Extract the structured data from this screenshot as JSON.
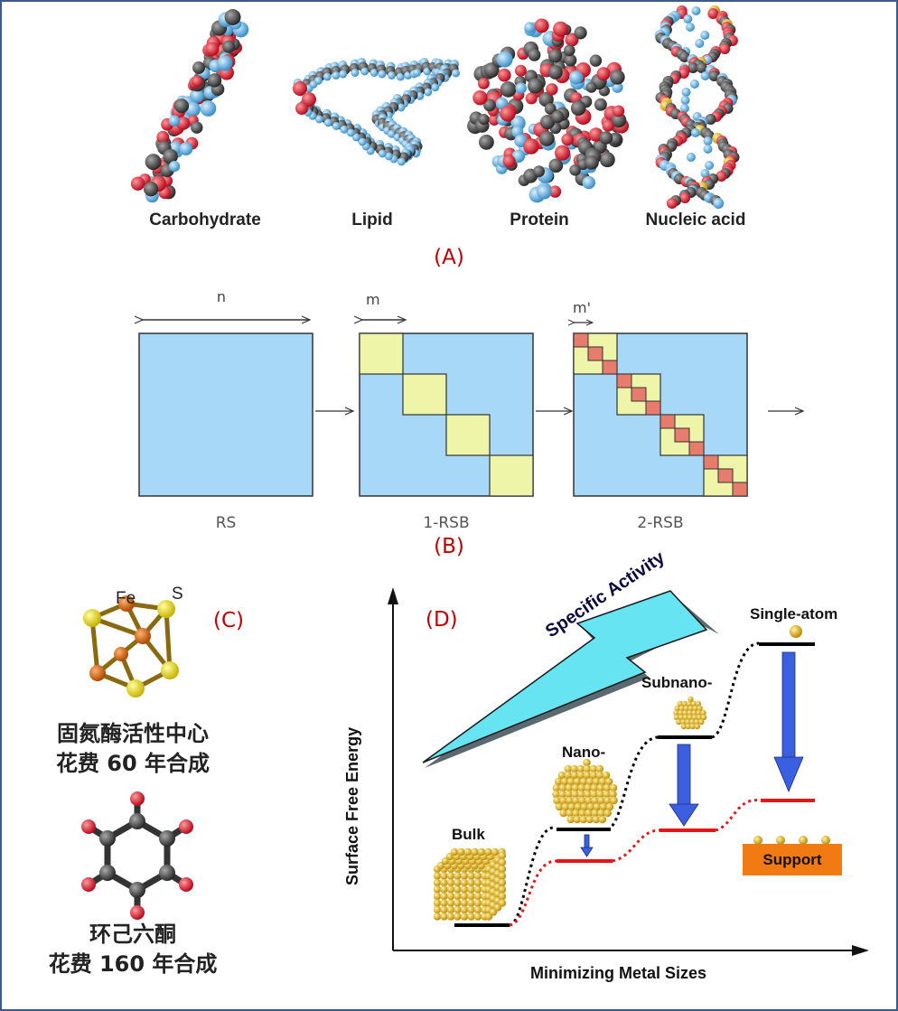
{
  "panel_a": {
    "letter": "(A)",
    "molecules": [
      "Carbohydrate",
      "Lipid",
      "Protein",
      "Nucleic acid"
    ]
  },
  "panel_b": {
    "letter": "(B)",
    "matrices": [
      "RS",
      "1-RSB",
      "2-RSB"
    ],
    "dims": {
      "n": "n",
      "m": "m",
      "m_prime": "m'"
    }
  },
  "panel_c": {
    "letter": "(C)",
    "atom_fe": "Fe",
    "atom_s": "S",
    "caption1_line1": "固氮酶活性中心",
    "caption1_line2": "花费 60 年合成",
    "caption2_line1": "环己六酮",
    "caption2_line2": "花费 160 年合成"
  },
  "panel_d": {
    "letter": "(D)",
    "y_axis": "Surface Free Energy",
    "x_axis": "Minimizing Metal Sizes",
    "arrow_label": "Specific Activity",
    "levels": [
      "Bulk",
      "Nano-",
      "Subnano-",
      "Single-atom"
    ],
    "support": "Support"
  },
  "colors": {
    "frame": "#3a5a8a",
    "panel_letter": "#c00000",
    "matrix_blue": "#a8d8f8",
    "matrix_yellow": "#eef5a8",
    "matrix_red": "#e87c6c",
    "gold": "#e8c020",
    "red_line": "#e01818",
    "blue_arrow": "#3a60e0",
    "cyan_arrow": "#66e4f2",
    "support_orange": "#f27a12"
  }
}
